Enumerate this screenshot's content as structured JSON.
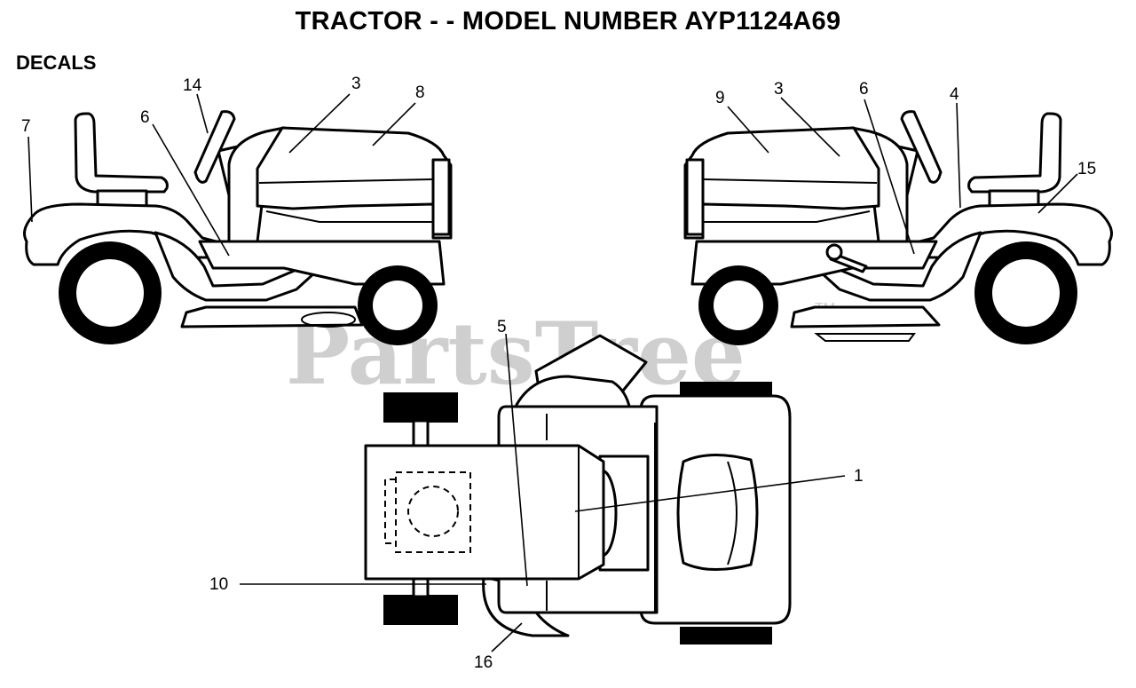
{
  "header": {
    "title": "TRACTOR - - MODEL NUMBER AYP1124A69",
    "section": "DECALS"
  },
  "watermark": {
    "text": "PartsTree",
    "mark": "TM"
  },
  "callouts": [
    {
      "id": "left-7",
      "label": "7"
    },
    {
      "id": "left-14",
      "label": "14"
    },
    {
      "id": "left-6",
      "label": "6"
    },
    {
      "id": "left-3",
      "label": "3"
    },
    {
      "id": "left-8",
      "label": "8"
    },
    {
      "id": "right-9",
      "label": "9"
    },
    {
      "id": "right-3",
      "label": "3"
    },
    {
      "id": "right-6",
      "label": "6"
    },
    {
      "id": "right-4",
      "label": "4"
    },
    {
      "id": "right-15",
      "label": "15"
    },
    {
      "id": "top-5",
      "label": "5"
    },
    {
      "id": "top-1",
      "label": "1"
    },
    {
      "id": "top-10",
      "label": "10"
    },
    {
      "id": "top-16",
      "label": "16"
    }
  ],
  "colors": {
    "line": "#000000",
    "watermark": "#cfcfcf",
    "background": "#ffffff"
  }
}
